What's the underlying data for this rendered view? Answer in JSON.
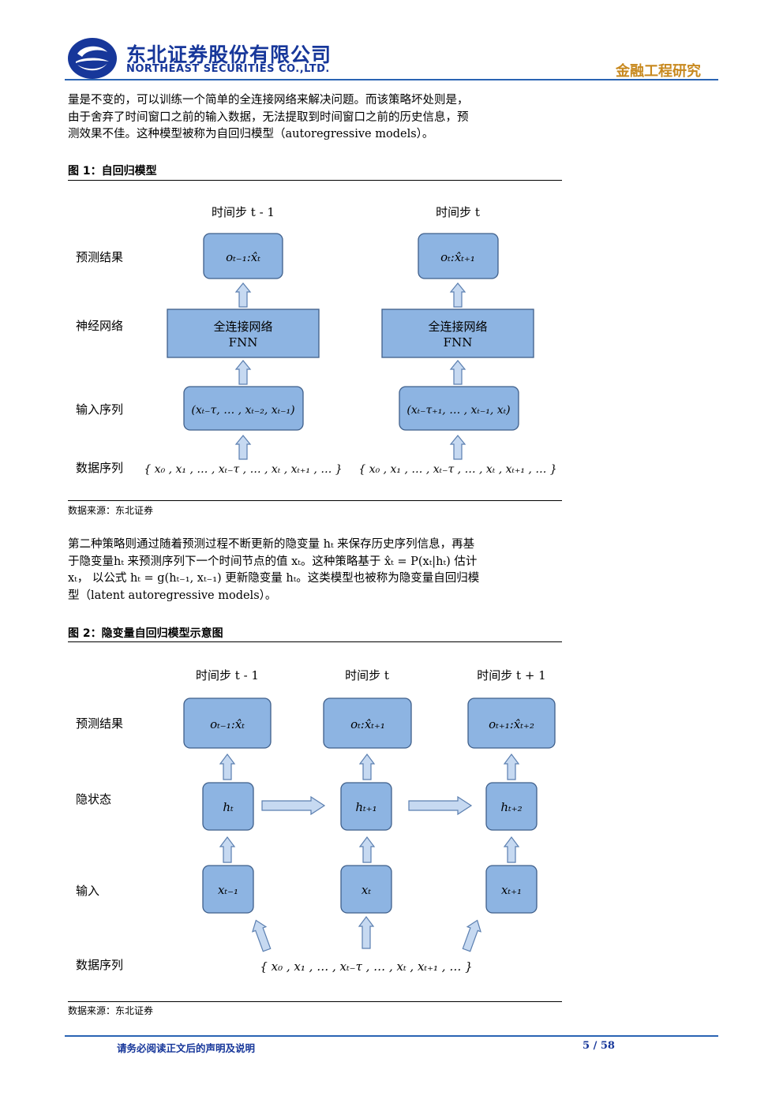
{
  "header": {
    "company_cn": "东北证券股份有限公司",
    "company_en": "NORTHEAST SECURITIES CO.,LTD.",
    "report_type": "金融工程研究"
  },
  "body": {
    "para1": [
      "量是不变的，可以训练一个简单的全连接网络来解决问题。而该策略坏处则是，",
      "由于舍弃了时间窗口之前的输入数据，无法提取到时间窗口之前的历史信息，预",
      "测效果不佳。这种模型被称为自回归模型（autoregressive models）。"
    ],
    "para2": [
      "第二种策略则通过随着预测过程不断更新的隐变量 hₜ 来保存历史序列信息，再基",
      "于隐变量hₜ 来预测序列下一个时间节点的值 xₜ。这种策略基于 x̂ₜ = P(xₜ|hₜ) 估计",
      "xₜ， 以公式 hₜ = g(hₜ₋₁, xₜ₋₁) 更新隐变量 hₜ。这类模型也被称为隐变量自回归模",
      "型（latent autoregressive models）。"
    ]
  },
  "figure1": {
    "title": "图 1：自回归模型",
    "source": "数据来源：东北证券",
    "row_labels": [
      "预测结果",
      "神经网络",
      "输入序列",
      "数据序列"
    ],
    "columns": [
      {
        "step_label": "时间步 t - 1",
        "output": "oₜ₋₁:x̂ₜ",
        "net_line1": "全连接网络",
        "net_line2": "FNN",
        "input": "(xₜ₋τ, … , xₜ₋₂, xₜ₋₁)",
        "sequence": "{ x₀ , x₁ , … , xₜ₋τ , … , xₜ , xₜ₊₁ , … }"
      },
      {
        "step_label": "时间步 t",
        "output": "oₜ:x̂ₜ₊₁",
        "net_line1": "全连接网络",
        "net_line2": "FNN",
        "input": "(xₜ₋τ₊₁, … , xₜ₋₁, xₜ)",
        "sequence": "{ x₀ , x₁ , … , xₜ₋τ , … , xₜ , xₜ₊₁ , … }"
      }
    ]
  },
  "figure2": {
    "title": "图 2：隐变量自回归模型示意图",
    "source": "数据来源：东北证券",
    "row_labels": [
      "预测结果",
      "隐状态",
      "输入",
      "数据序列"
    ],
    "columns": [
      {
        "step_label": "时间步 t - 1",
        "output": "oₜ₋₁:x̂ₜ",
        "hidden": "hₜ",
        "input": "xₜ₋₁"
      },
      {
        "step_label": "时间步 t",
        "output": "oₜ:x̂ₜ₊₁",
        "hidden": "hₜ₊₁",
        "input": "xₜ"
      },
      {
        "step_label": "时间步 t + 1",
        "output": "oₜ₊₁:x̂ₜ₊₂",
        "hidden": "hₜ₊₂",
        "input": "xₜ₊₁"
      }
    ],
    "sequence": "{ x₀ , x₁ , … , xₜ₋τ , … , xₜ , xₜ₊₁ , … }"
  },
  "footer": {
    "note": "请务必阅读正文后的声明及说明",
    "page": "5 / 58"
  },
  "colors": {
    "brand_blue": "#17379a",
    "accent_gold": "#c8891f",
    "box_fill": "#8db4e2",
    "box_stroke": "#3f5f8a",
    "arrow_fill": "#c6d9f1",
    "arrow_stroke": "#5b7fb0"
  }
}
